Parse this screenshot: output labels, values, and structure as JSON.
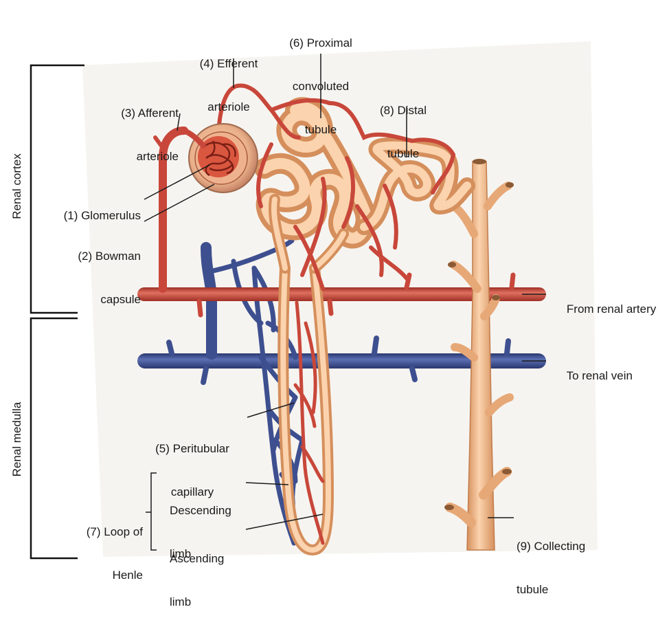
{
  "regions": {
    "cortex": "Renal cortex",
    "medulla": "Renal medulla"
  },
  "labels": {
    "glomerulus": "(1) Glomerulus",
    "bowman_1": "(2) Bowman",
    "bowman_2": "capsule",
    "afferent_1": "(3) Afferent",
    "afferent_2": "arteriole",
    "efferent_1": "(4) Efferent",
    "efferent_2": "arteriole",
    "peritubular_1": "(5) Peritubular",
    "peritubular_2": "capillary",
    "proximal_1": "(6) Proximal",
    "proximal_2": "convoluted",
    "proximal_3": "tubule",
    "loop_1": "(7) Loop of",
    "loop_2": "Henle",
    "descending_1": "Descending",
    "descending_2": "limb",
    "ascending_1": "Ascending",
    "ascending_2": "limb",
    "distal_1": "(8) Distal",
    "distal_2": "tubule",
    "collecting_1": "(9) Collecting",
    "collecting_2": "tubule",
    "from_artery": "From renal artery",
    "to_vein": "To renal vein"
  },
  "colors": {
    "artery": "#c8473a",
    "artery_dark": "#9e2f26",
    "vein": "#3d4f8f",
    "vein_dark": "#2a3870",
    "tubule": "#f2bb8a",
    "tubule_dark": "#d58f5c",
    "background_wash": "#f6f4f0"
  }
}
